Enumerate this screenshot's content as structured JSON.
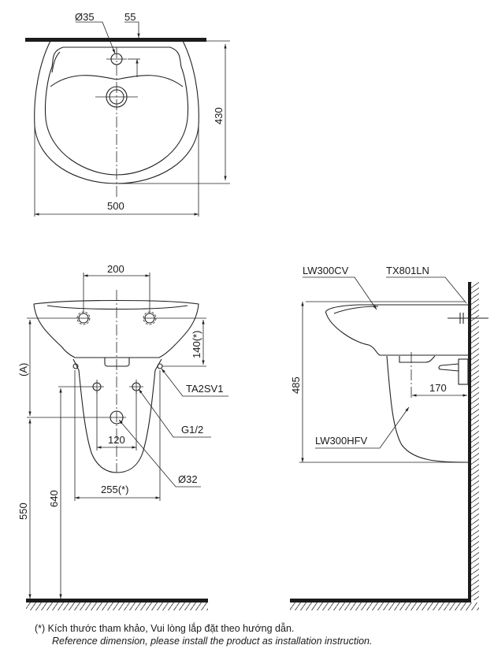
{
  "top_view": {
    "dims": {
      "hole_diameter": "Ø35",
      "hole_offset": "55",
      "depth": "430",
      "width": "500"
    }
  },
  "front_view": {
    "dims": {
      "bracket_spacing": "200",
      "bracket_height": "140(*)",
      "height_a": "(A)",
      "supply_spacing": "120",
      "pedestal_width": "255(*)",
      "rim_height": "550",
      "supply_height": "640"
    },
    "labels": {
      "bracket": "TA2SV1",
      "supply": "G1/2",
      "drain": "Ø32"
    }
  },
  "side_view": {
    "dims": {
      "total_height": "485",
      "drain_offset": "170"
    },
    "labels": {
      "basin": "LW300CV",
      "fixing": "TX801LN",
      "pedestal": "LW300HFV"
    }
  },
  "footnote": {
    "vi": "(*) Kích thước tham khảo, Vui lòng lắp đặt theo hướng dẫn.",
    "en": "Reference dimension, please install the product as installation instruction."
  },
  "colors": {
    "line": "#222222",
    "background": "#ffffff"
  }
}
